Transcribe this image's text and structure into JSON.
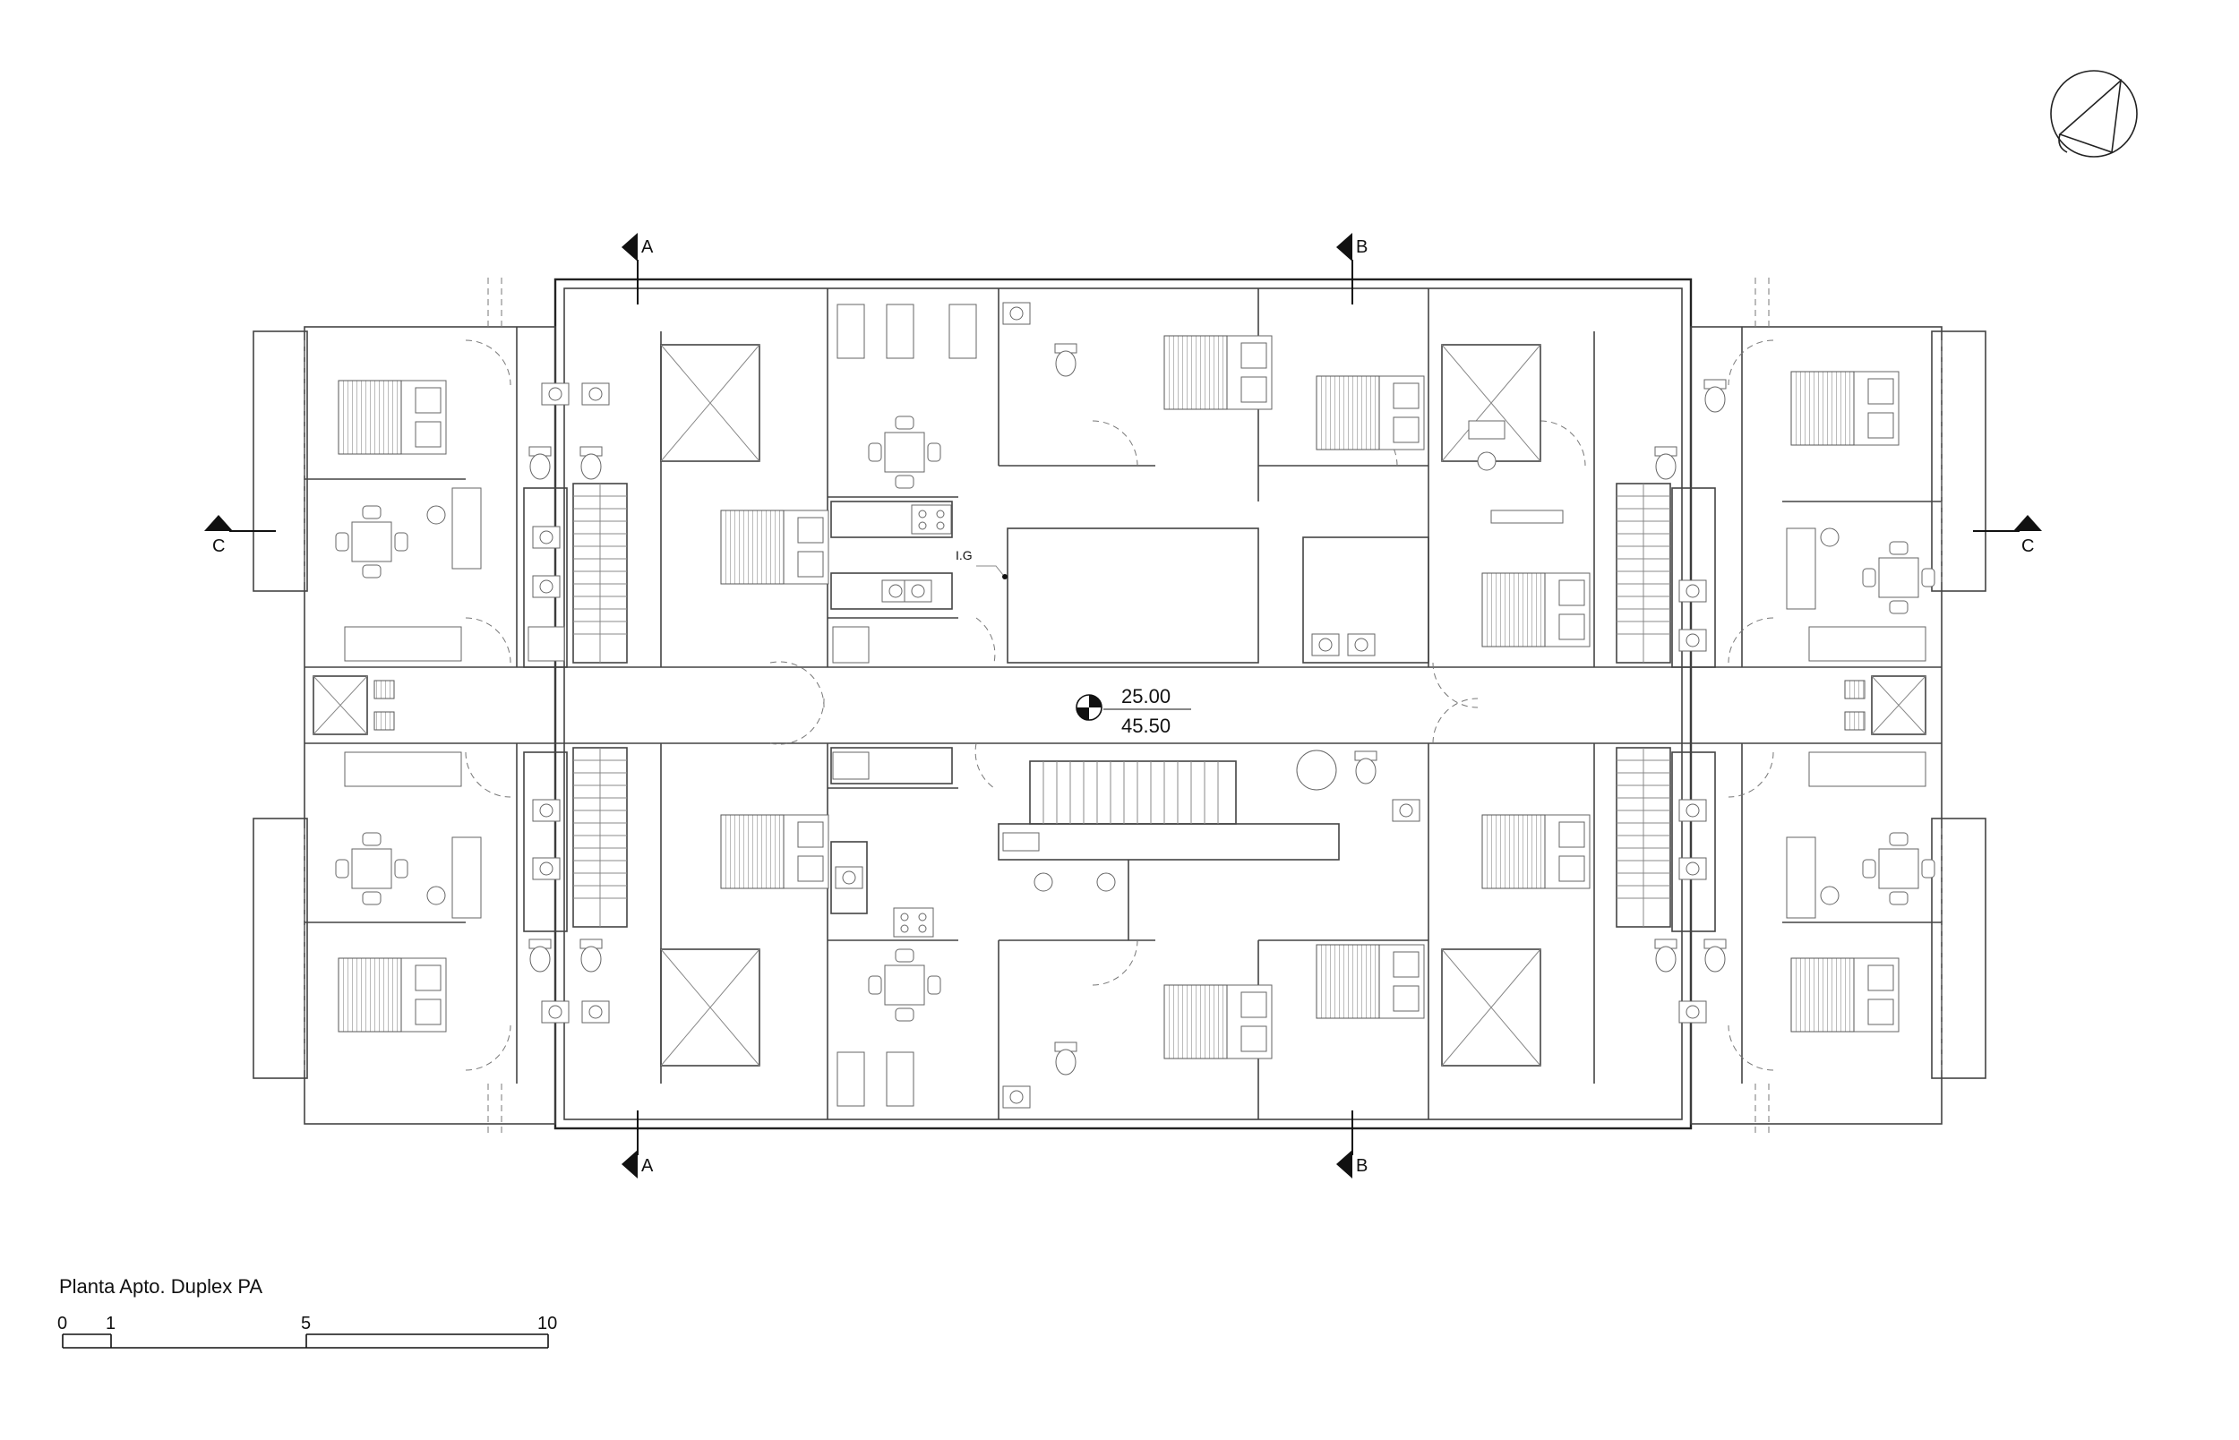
{
  "title": "Planta Apto. Duplex PA",
  "level": {
    "top": "25.00",
    "bottom": "45.50"
  },
  "room_tag": "I.G",
  "section_markers": {
    "a": "A",
    "b": "B",
    "c": "C"
  },
  "scale_bar": {
    "ticks": [
      "0",
      "1",
      "5",
      "10"
    ]
  },
  "north_arrow": {
    "icon": "north-arrow-icon"
  }
}
